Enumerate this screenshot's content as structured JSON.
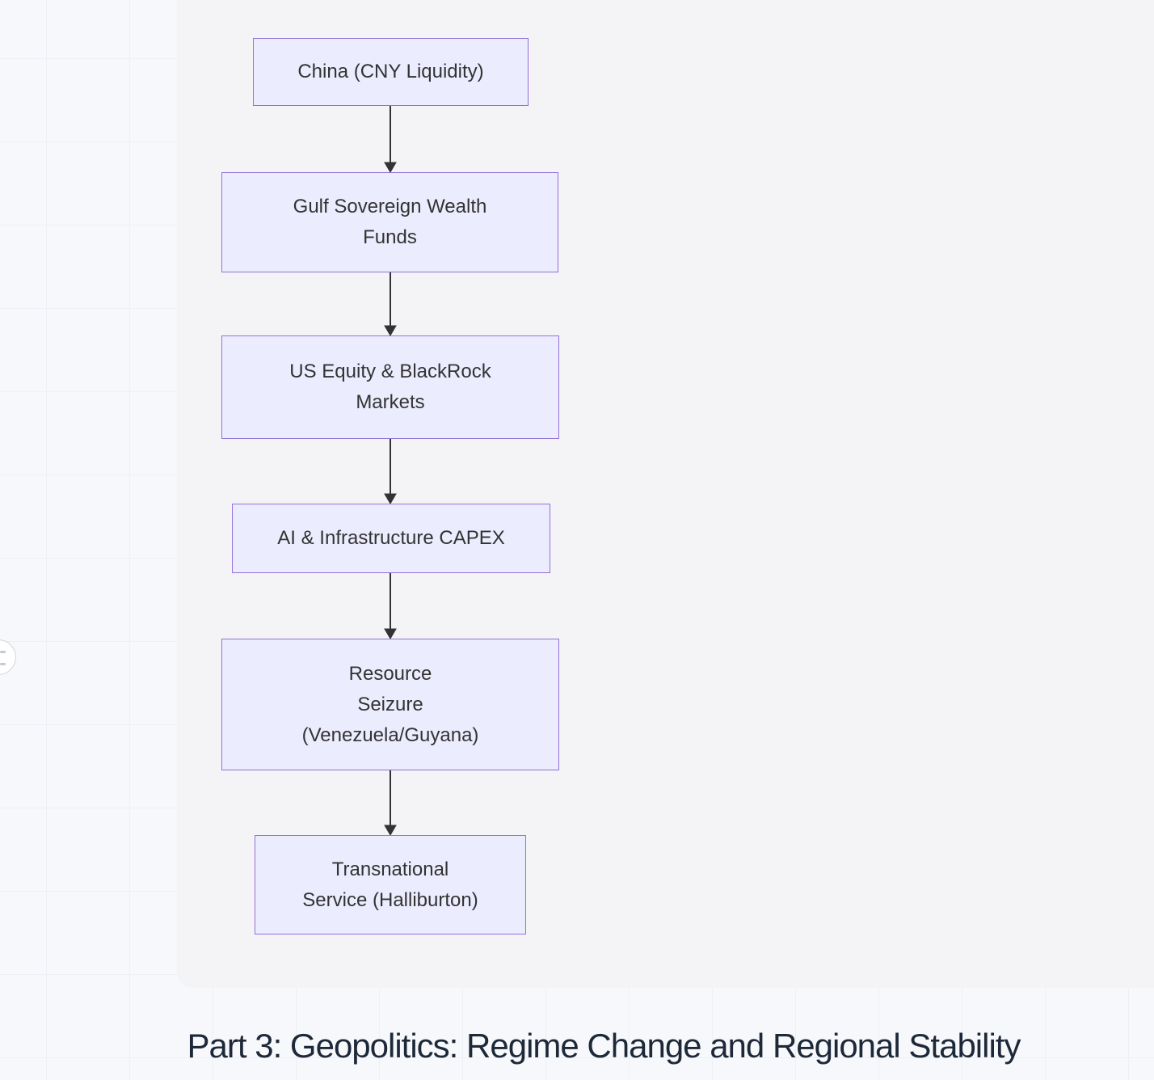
{
  "colors": {
    "page_bg": "#f7f8fb",
    "grid_line": "#eef0f5",
    "panel_bg": "#f4f4f6",
    "node_fill": "#ececff",
    "node_border": "#9370db",
    "node_text": "#333333",
    "edge_color": "#333333",
    "title_color": "#1d2939",
    "fab_bg": "#ffffff",
    "fab_border": "#cfd4dd",
    "fab_glyph": "#c3c8d2"
  },
  "flowchart": {
    "type": "flowchart-top-down",
    "nodes": [
      {
        "id": "china-cny",
        "label": "China (CNY Liquidity)",
        "lines": [
          "China (CNY Liquidity)"
        ]
      },
      {
        "id": "gulf-swf",
        "label": "Gulf Sovereign Wealth Funds",
        "lines": [
          "Gulf Sovereign Wealth",
          "Funds"
        ]
      },
      {
        "id": "us-equity-blackrock",
        "label": "US Equity & BlackRock Markets",
        "lines": [
          "US Equity & BlackRock",
          "Markets"
        ]
      },
      {
        "id": "ai-infrastructure-capex",
        "label": "AI & Infrastructure CAPEX",
        "lines": [
          "AI & Infrastructure CAPEX"
        ]
      },
      {
        "id": "resource-seizure",
        "label": "Resource Seizure (Venezuela/Guyana)",
        "lines": [
          "Resource",
          "Seizure",
          "(Venezuela/Guyana)"
        ]
      },
      {
        "id": "transnational-service",
        "label": "Transnational Service (Halliburton)",
        "lines": [
          "Transnational",
          "Service (Halliburton)"
        ]
      }
    ],
    "edges": [
      {
        "from": "china-cny",
        "to": "gulf-swf"
      },
      {
        "from": "gulf-swf",
        "to": "us-equity-blackrock"
      },
      {
        "from": "us-equity-blackrock",
        "to": "ai-infrastructure-capex"
      },
      {
        "from": "ai-infrastructure-capex",
        "to": "resource-seizure"
      },
      {
        "from": "resource-seizure",
        "to": "transnational-service"
      }
    ]
  },
  "caption": {
    "text": "Part 3: Geopolitics: Regime Change and Regional Stability"
  },
  "fab": {
    "icon": "edge-handle-icon"
  }
}
